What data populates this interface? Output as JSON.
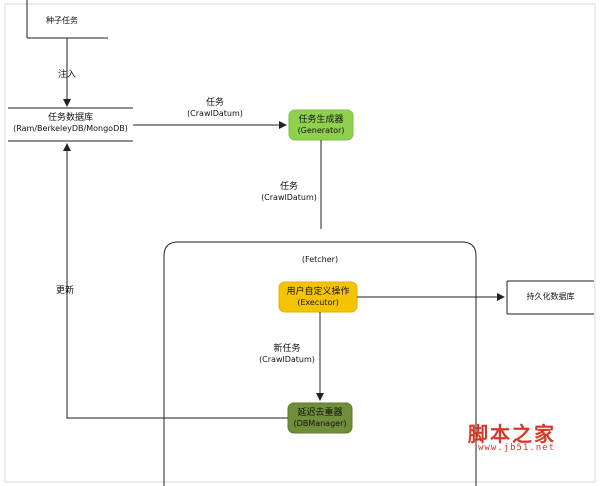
{
  "nodes": {
    "seed": {
      "label": "种子任务"
    },
    "task_db": {
      "label": "任务数据库",
      "sub": "(Ram/BerkeleyDB/MongoDB)"
    },
    "generator": {
      "label": "任务生成器",
      "sub": "(Generator)"
    },
    "fetcher": {
      "label": "(Fetcher)"
    },
    "executor": {
      "label": "用户自定义操作",
      "sub": "(Executor)"
    },
    "dbmanager": {
      "label": "延迟去重器",
      "sub": "(DBManager)"
    },
    "persist": {
      "label": "持久化数据库"
    }
  },
  "edges": {
    "inject": {
      "label": "注入"
    },
    "db_to_gen": {
      "label": "任务",
      "sub": "(CrawlDatum)"
    },
    "gen_to_fetch": {
      "label": "任务",
      "sub": "(CrawlDatum)"
    },
    "exec_to_db": {
      "label": "新任务",
      "sub": "(CrawlDatum)"
    },
    "update": {
      "label": "更新"
    }
  },
  "colors": {
    "generator_fill": "#8fd14f",
    "executor_fill": "#f5c400",
    "dbmanager_fill": "#6f8f3a",
    "line": "#222222",
    "watermark": "#d23a2a"
  },
  "watermark": {
    "main": "脚本之家",
    "sub": "www.jb51.net"
  }
}
